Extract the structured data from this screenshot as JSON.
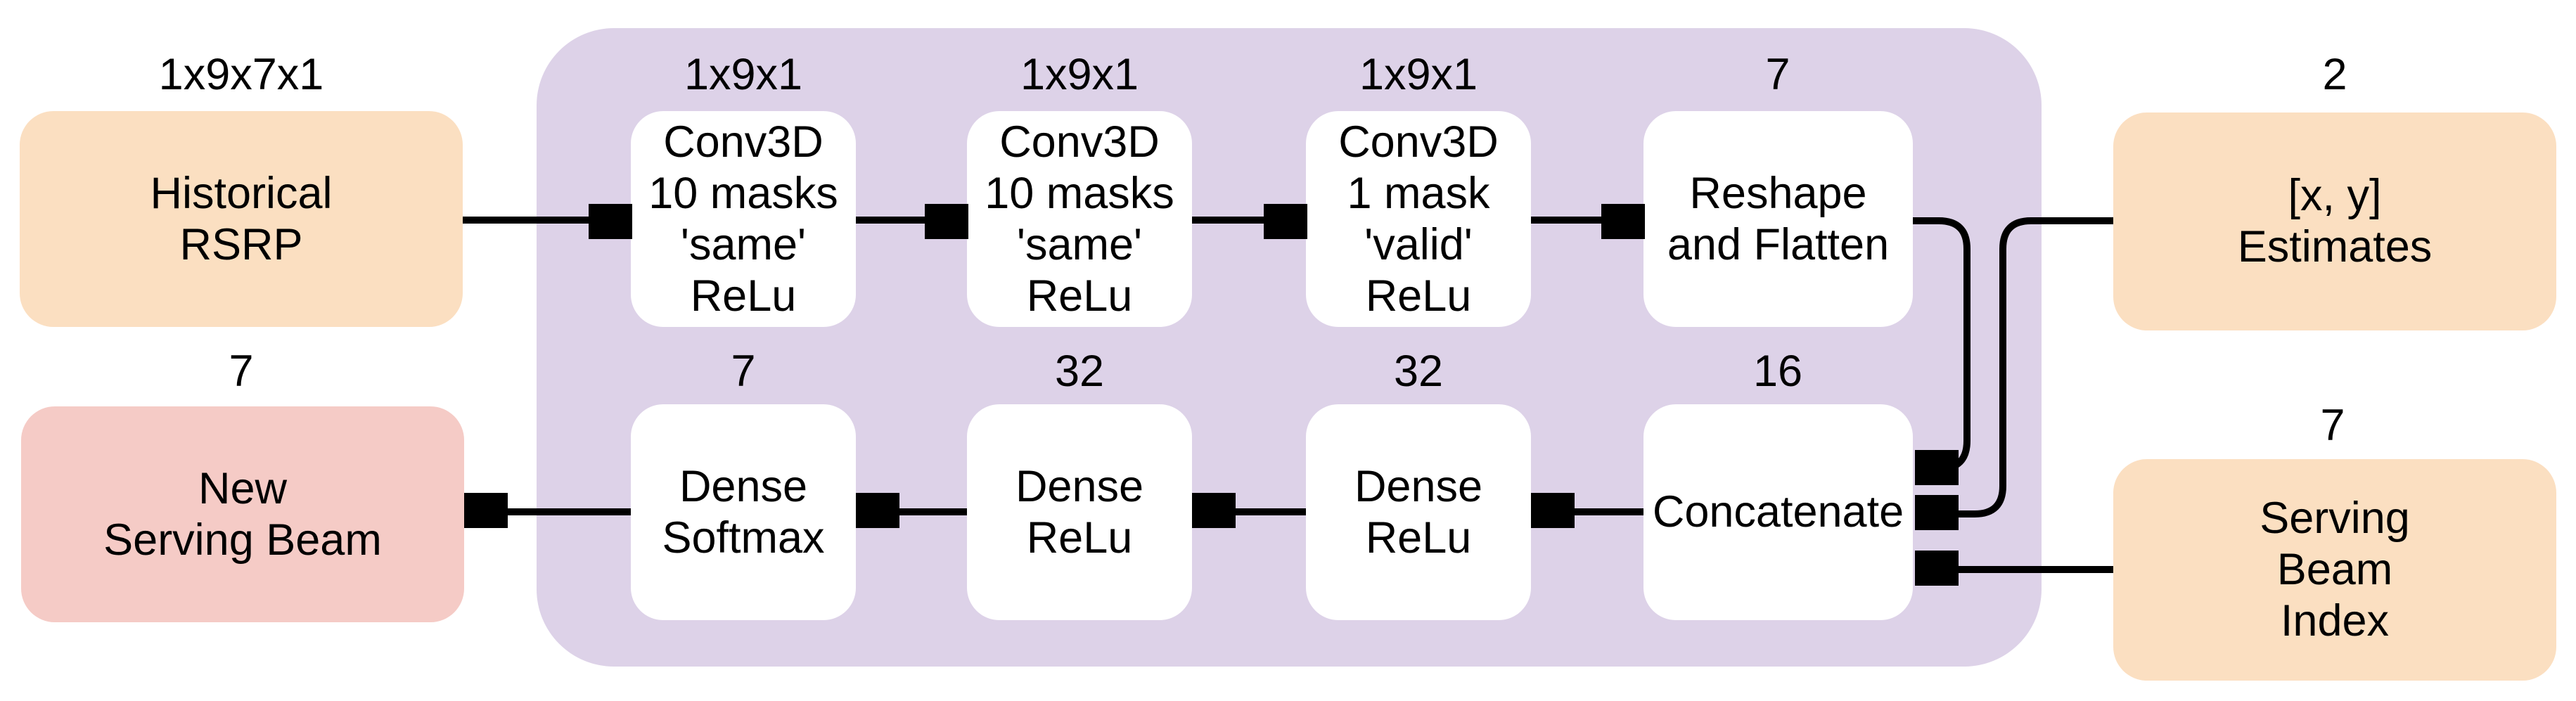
{
  "title": "Neural network beam prediction architecture diagram",
  "colors": {
    "input_box": "#fbdfc1",
    "output_box": "#f5cbc6",
    "container": "#ddd2e8",
    "node_box": "#ffffff",
    "line": "#000000",
    "background": "#ffffff"
  },
  "nodes": {
    "historical_rsrp": {
      "dim": "1x9x7x1",
      "label": "Historical\nRSRP",
      "role": "input"
    },
    "conv1": {
      "dim": "1x9x1",
      "label": "Conv3D\n10 masks\n'same'\nReLu",
      "role": "layer"
    },
    "conv2": {
      "dim": "1x9x1",
      "label": "Conv3D\n10 masks\n'same'\nReLu",
      "role": "layer"
    },
    "conv3": {
      "dim": "1x9x1",
      "label": "Conv3D\n1 mask\n'valid'\nReLu",
      "role": "layer"
    },
    "reshape": {
      "dim": "7",
      "label": "Reshape\nand Flatten",
      "role": "layer"
    },
    "xy_estimates": {
      "dim": "2",
      "label": "[x, y]\nEstimates",
      "role": "input"
    },
    "dense_softmax": {
      "dim": "7",
      "label": "Dense\nSoftmax",
      "role": "layer"
    },
    "dense_relu_1": {
      "dim": "32",
      "label": "Dense\nReLu",
      "role": "layer"
    },
    "dense_relu_2": {
      "dim": "32",
      "label": "Dense\nReLu",
      "role": "layer"
    },
    "concatenate": {
      "dim": "16",
      "label": "Concatenate",
      "role": "layer"
    },
    "serving_beam_index": {
      "dim": "7",
      "label": "Serving\nBeam\nIndex",
      "role": "input"
    },
    "new_serving_beam": {
      "dim": "7",
      "label": "New\nServing Beam",
      "role": "output"
    }
  },
  "edges": [
    {
      "from": "historical_rsrp",
      "to": "conv1"
    },
    {
      "from": "conv1",
      "to": "conv2"
    },
    {
      "from": "conv2",
      "to": "conv3"
    },
    {
      "from": "conv3",
      "to": "reshape"
    },
    {
      "from": "reshape",
      "to": "concatenate"
    },
    {
      "from": "xy_estimates",
      "to": "concatenate"
    },
    {
      "from": "serving_beam_index",
      "to": "concatenate"
    },
    {
      "from": "concatenate",
      "to": "dense_relu_2"
    },
    {
      "from": "dense_relu_2",
      "to": "dense_relu_1"
    },
    {
      "from": "dense_relu_1",
      "to": "dense_softmax"
    },
    {
      "from": "dense_softmax",
      "to": "new_serving_beam"
    }
  ]
}
